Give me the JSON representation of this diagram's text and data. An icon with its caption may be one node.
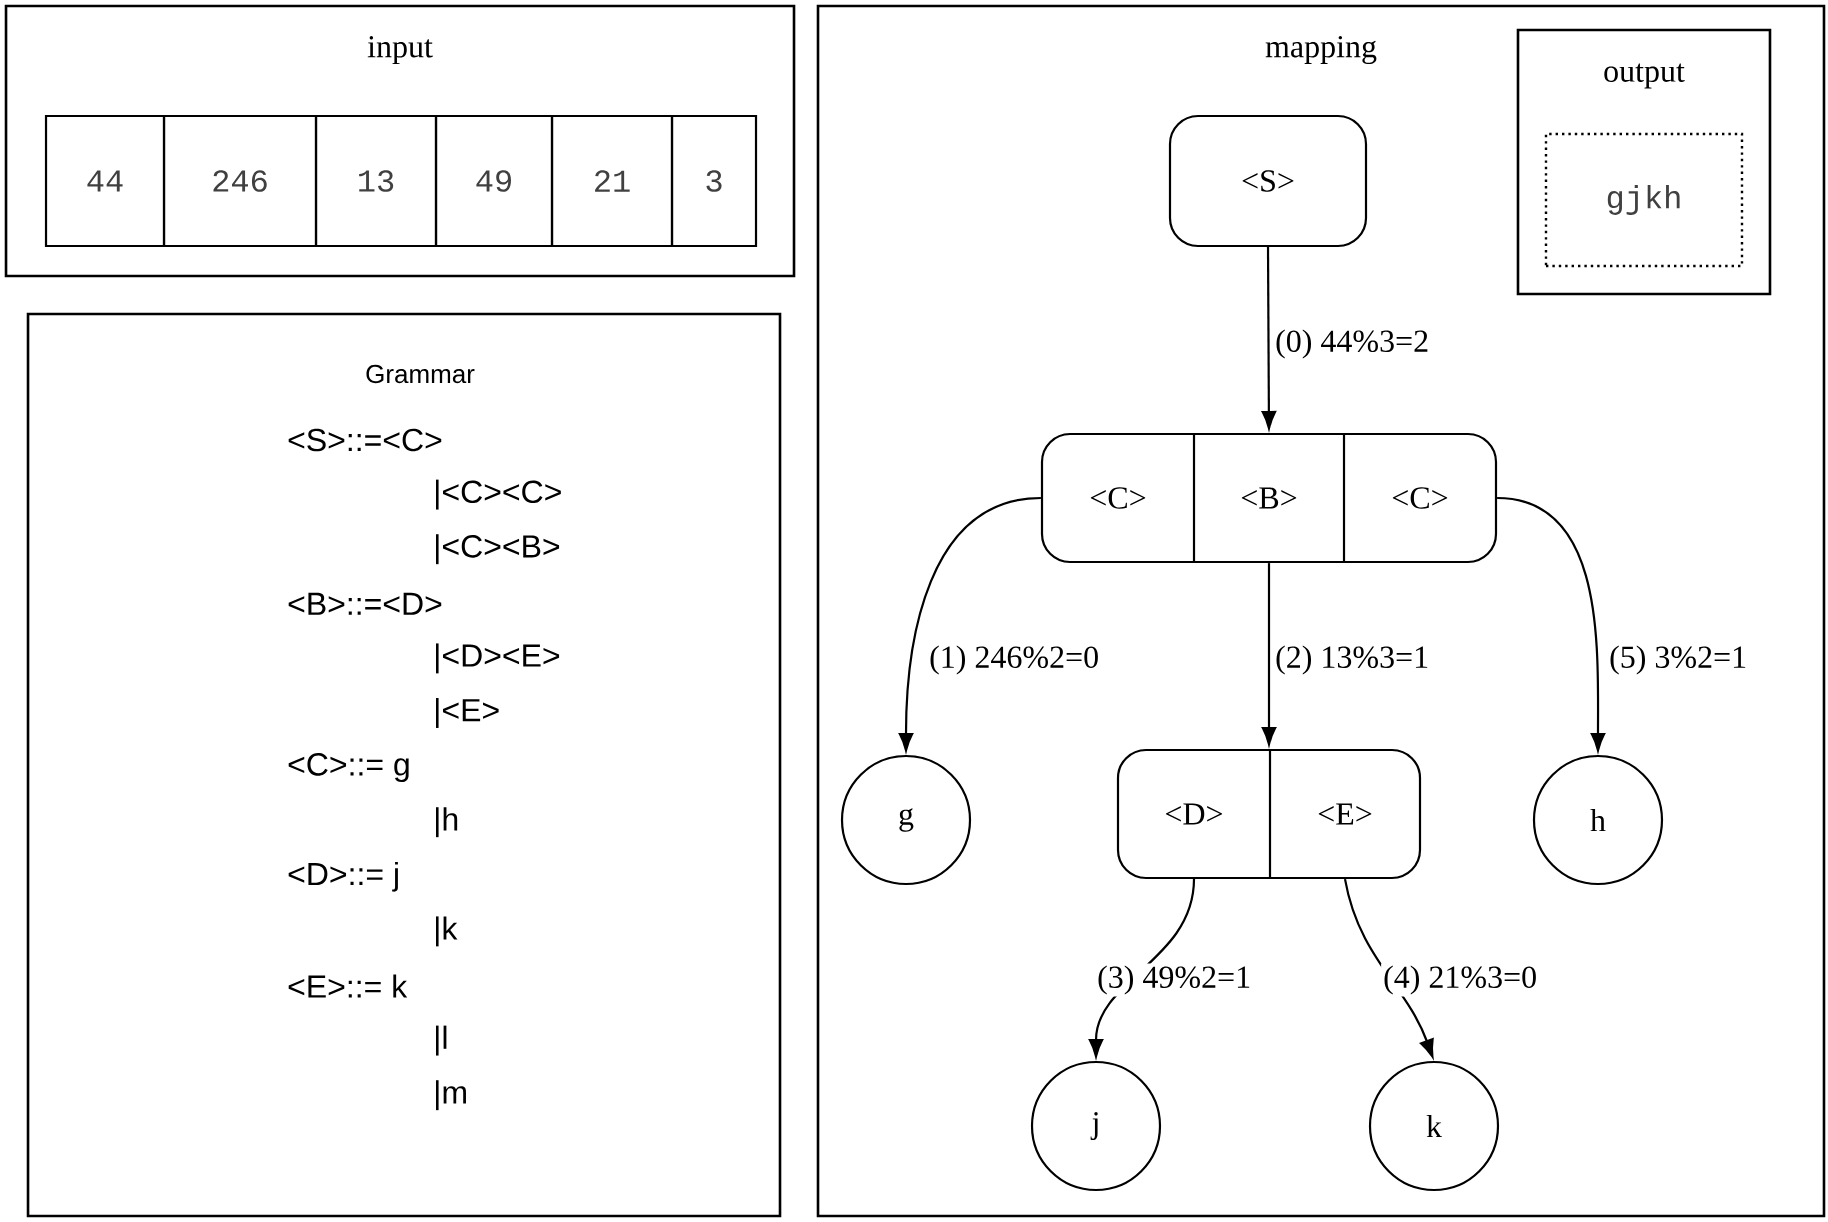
{
  "diagram": {
    "nodes": [
      {
        "text": [
          "input"
        ]
      },
      {
        "text": [
          "44"
        ],
        "in": 0
      },
      {
        "text": [
          "246"
        ],
        "in": 0
      },
      {
        "text": [
          "13"
        ],
        "in": 0
      },
      {
        "text": [
          "49"
        ],
        "in": 0
      },
      {
        "text": [
          "21"
        ],
        "in": 0
      },
      {
        "text": [
          "3"
        ],
        "in": 0
      },
      {
        "text": [
          "Grammar",
          "<S>::=<C>",
          "|<C><C>",
          "|<C><B>",
          "<B>::=<D>",
          "|<D><E>",
          "|<E>",
          "<C>::= g",
          "|h",
          "<D>::= j",
          "|k",
          "<E>::= k",
          "|l",
          "|m"
        ]
      },
      {
        "text": [
          "mapping"
        ]
      },
      {
        "text": [
          "output"
        ],
        "in": 8
      },
      {
        "text": [
          "gjkh"
        ],
        "in": 9
      },
      {
        "text": [
          "<S>"
        ],
        "in": 8
      },
      {
        "text": [],
        "shape": "box",
        "in": 8
      },
      {
        "text": [
          "<C>"
        ],
        "in": 12
      },
      {
        "text": [
          "<B>"
        ],
        "in": 12
      },
      {
        "text": [
          "<C>"
        ],
        "in": 12
      },
      {
        "text": [
          "g"
        ],
        "in": 8
      },
      {
        "text": [],
        "shape": "box",
        "in": 8
      },
      {
        "text": [
          "<D>"
        ],
        "in": 17
      },
      {
        "text": [
          "<E>"
        ],
        "in": 17
      },
      {
        "text": [
          "h"
        ],
        "in": 8
      },
      {
        "text": [
          "j"
        ],
        "in": 8
      },
      {
        "text": [
          "k"
        ],
        "in": 8
      }
    ],
    "edges": [
      {
        "from": 11,
        "to": 14,
        "arrow": "to",
        "label": "(0) 44%3=2"
      },
      {
        "from": 13,
        "to": 16,
        "arrow": "to",
        "label": "(1) 246%2=0"
      },
      {
        "from": 14,
        "to": 17,
        "arrow": "to",
        "label": "(2) 13%3=1"
      },
      {
        "from": 18,
        "to": 21,
        "arrow": "to",
        "label": "(3) 49%2=1"
      },
      {
        "from": 19,
        "to": 22,
        "arrow": "to",
        "label": "(4) 21%3=0"
      },
      {
        "from": 15,
        "to": 20,
        "arrow": "to",
        "label": "(5) 3%2=1"
      }
    ]
  }
}
